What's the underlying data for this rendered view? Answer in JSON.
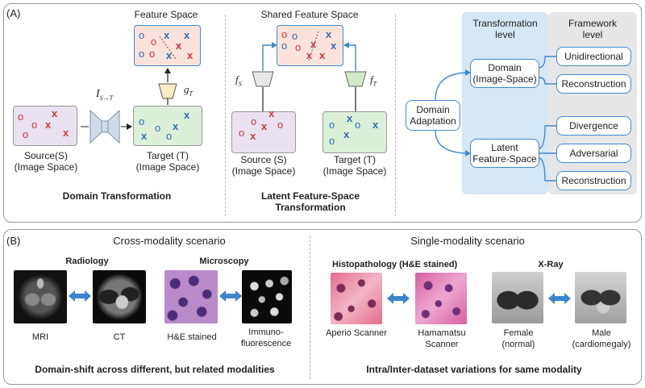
{
  "panelA": {
    "label": "(A)",
    "feature_space": "Feature Space",
    "shared_feature_space": "Shared Feature Space",
    "source_label_1": "Source(S)",
    "source_label_2": "(Image Space)",
    "target_label_1": "Target (T)",
    "target_label_2": "(Image Space)",
    "source2_label_1": "Source (S)",
    "source2_label_2": "(Image Space)",
    "target2_label_1": "Target (T)",
    "target2_label_2": "(Image Space)",
    "transform_symbol": "I",
    "transform_sub": "S→T",
    "g_symbol": "g",
    "g_sub": "T",
    "fs_symbol": "f",
    "fs_sub": "S",
    "ft_symbol": "f",
    "ft_sub": "T",
    "caption_domain": "Domain Transformation",
    "caption_latent_1": "Latent Feature-Space",
    "caption_latent_2": "Transformation",
    "taxonomy": {
      "root_1": "Domain",
      "root_2": "Adaptation",
      "col1_header_1": "Transformation",
      "col1_header_2": "level",
      "col2_header_1": "Framework",
      "col2_header_2": "level",
      "domain_1": "Domain",
      "domain_2": "(Image-Space)",
      "latent_1": "Latent",
      "latent_2": "Feature-Space",
      "unidirectional": "Unidirectional",
      "reconstruction_a": "Reconstruction",
      "divergence": "Divergence",
      "adversarial": "Adversarial",
      "reconstruction_b": "Reconstruction"
    },
    "colors": {
      "blue": "#3f8ad1",
      "red": "#d0353b",
      "source_fill": "#e9e1f0",
      "target_fill": "#dcefd9",
      "feature_fill": "#fbe3dc"
    }
  },
  "panelB": {
    "label": "(B)",
    "cross_title": "Cross-modality scenario",
    "single_title": "Single-modality scenario",
    "radiology": "Radiology",
    "microscopy": "Microscopy",
    "histopathology": "Histopathology (H&E stained)",
    "xray": "X-Ray",
    "mri": "MRI",
    "ct": "CT",
    "he": "H&E stained",
    "immuno_1": "Immuno-",
    "immuno_2": "fluorescence",
    "aperio": "Aperio Scanner",
    "hamamatsu_1": "Hamamatsu",
    "hamamatsu_2": "Scanner",
    "female_1": "Female",
    "female_2": "(normal)",
    "male_1": "Male",
    "male_2": "(cardiomegaly)",
    "cross_caption": "Domain-shift across different, but related modalities",
    "single_caption": "Intra/Inter-dataset variations for same modality"
  }
}
